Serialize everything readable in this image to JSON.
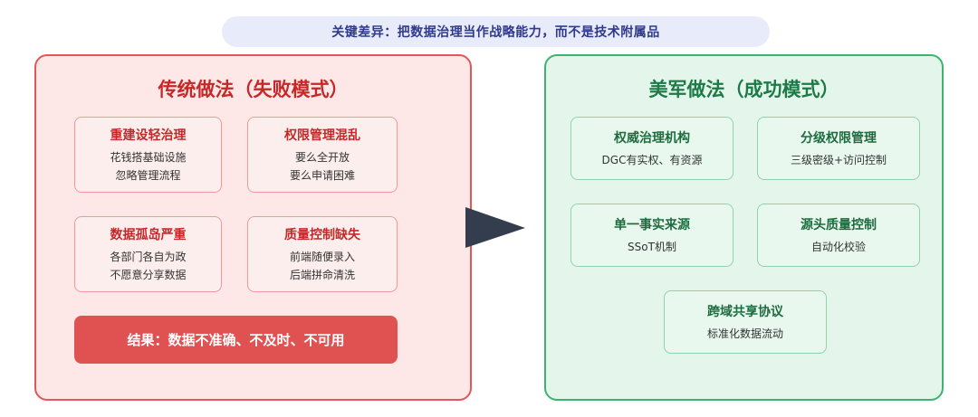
{
  "banner": "关键差异：把数据治理当作战略能力，而不是技术附属品",
  "left": {
    "title": "传统做法（失败模式）",
    "cards": [
      {
        "title": "重建设轻治理",
        "lines": [
          "花钱搭基础设施",
          "忽略管理流程"
        ]
      },
      {
        "title": "权限管理混乱",
        "lines": [
          "要么全开放",
          "要么申请困难"
        ]
      },
      {
        "title": "数据孤岛严重",
        "lines": [
          "各部门各自为政",
          "不愿意分享数据"
        ]
      },
      {
        "title": "质量控制缺失",
        "lines": [
          "前端随便录入",
          "后端拼命清洗"
        ]
      }
    ],
    "result": "结果：数据不准确、不及时、不可用"
  },
  "right": {
    "title": "美军做法（成功模式）",
    "cards": [
      {
        "title": "权威治理机构",
        "lines": [
          "DGC有实权、有资源"
        ]
      },
      {
        "title": "分级权限管理",
        "lines": [
          "三级密级+访问控制"
        ]
      },
      {
        "title": "单一事实来源",
        "lines": [
          "SSoT机制"
        ]
      },
      {
        "title": "源头质量控制",
        "lines": [
          "自动化校验"
        ]
      },
      {
        "title": "跨域共享协议",
        "lines": [
          "标准化数据流动"
        ]
      }
    ]
  },
  "colors": {
    "left_accent": "#e05858",
    "right_accent": "#3cb46e",
    "arrow": "#333d4d",
    "banner_bg": "#e8ebfa"
  }
}
